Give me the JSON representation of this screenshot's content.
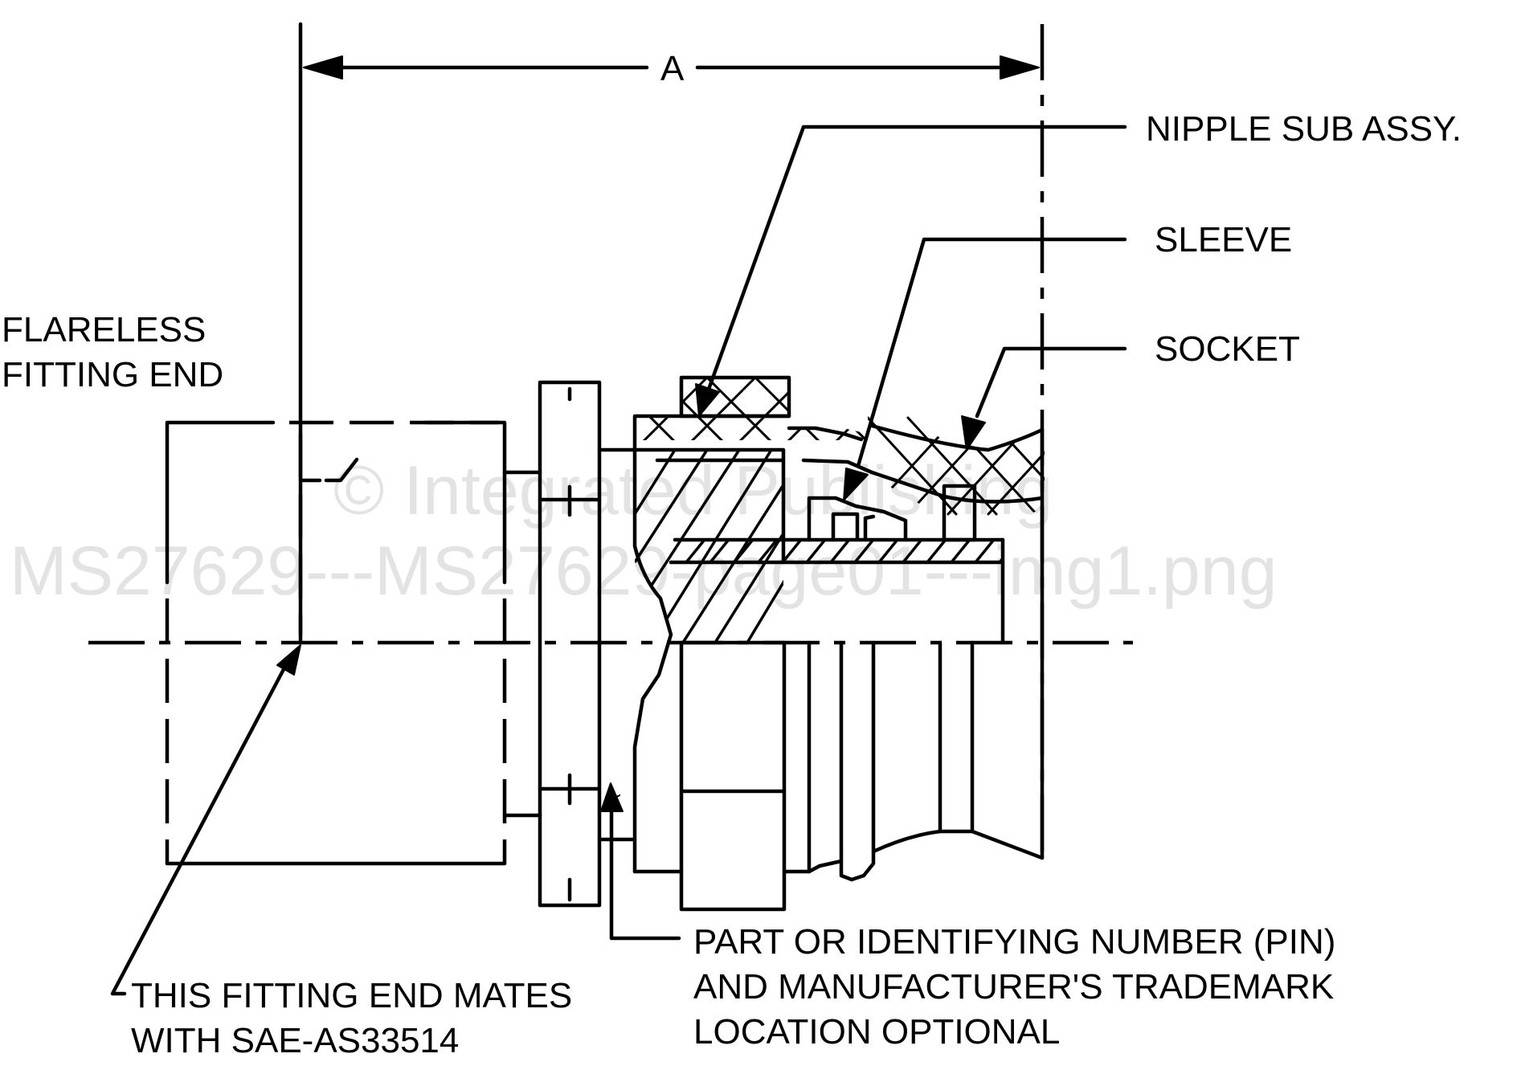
{
  "drawing": {
    "dimension_label": "A",
    "callouts": {
      "nipple": "NIPPLE SUB ASSY.",
      "sleeve": "SLEEVE",
      "socket": "SOCKET"
    },
    "flareless_end": {
      "line1": "FLARELESS",
      "line2": "FITTING END"
    },
    "mates_note": {
      "line1": "THIS FITTING END MATES",
      "line2": "WITH SAE-AS33514"
    },
    "pin_note": {
      "line1": "PART OR IDENTIFYING NUMBER (PIN)",
      "line2": "AND MANUFACTURER'S TRADEMARK",
      "line3": "LOCATION OPTIONAL"
    },
    "pin_symbol": "~"
  },
  "watermark": {
    "line1": "© Integrated Publishing",
    "line2": "MS27629---MS27629-page01---img1.png"
  }
}
